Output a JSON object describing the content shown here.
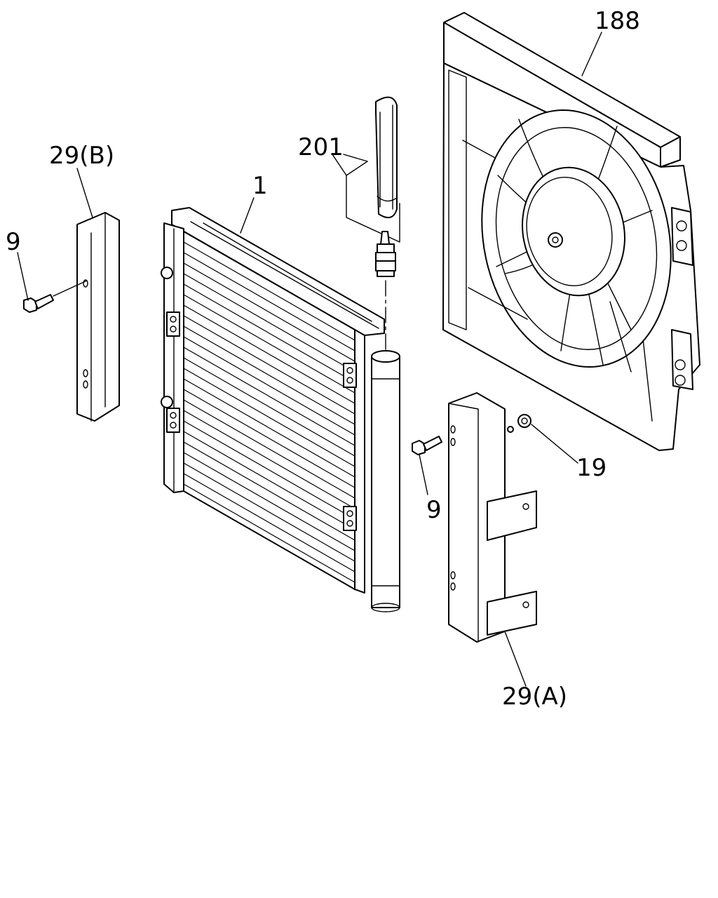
{
  "callouts": {
    "fan_shroud": "188",
    "drier": "201",
    "condenser": "1",
    "bracket_b": "29(B)",
    "bolt_left": "9",
    "bolt_right": "9",
    "nut": "19",
    "bracket_a": "29(A)"
  }
}
